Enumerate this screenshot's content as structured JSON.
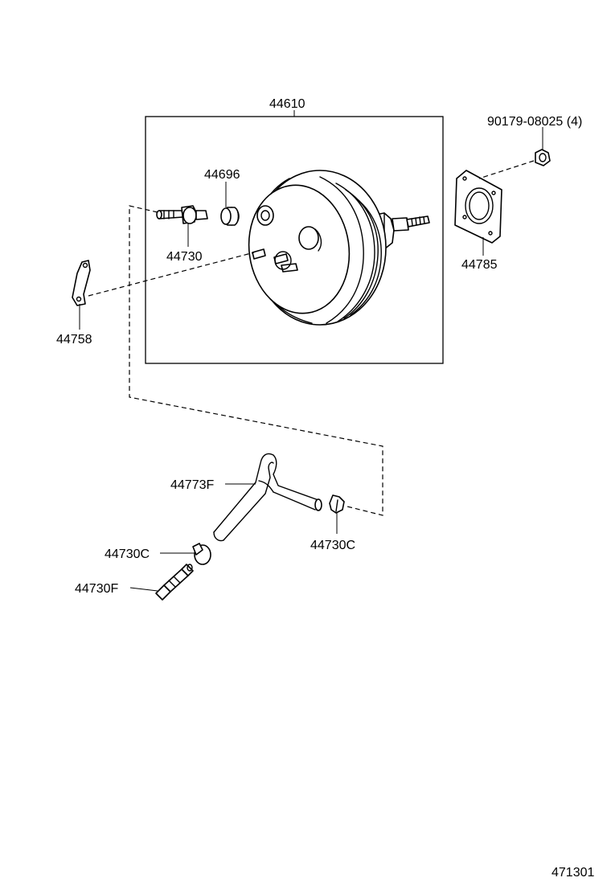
{
  "labels": {
    "booster_assy": "44610",
    "check_valve_grommet": "44696",
    "check_valve": "44730",
    "bracket": "44758",
    "gasket": "44785",
    "nut": "90179-08025 (4)",
    "hose": "44773F",
    "clip_lower": "44730C",
    "clip_right": "44730C",
    "union": "44730F",
    "drawing_number": "471301"
  }
}
